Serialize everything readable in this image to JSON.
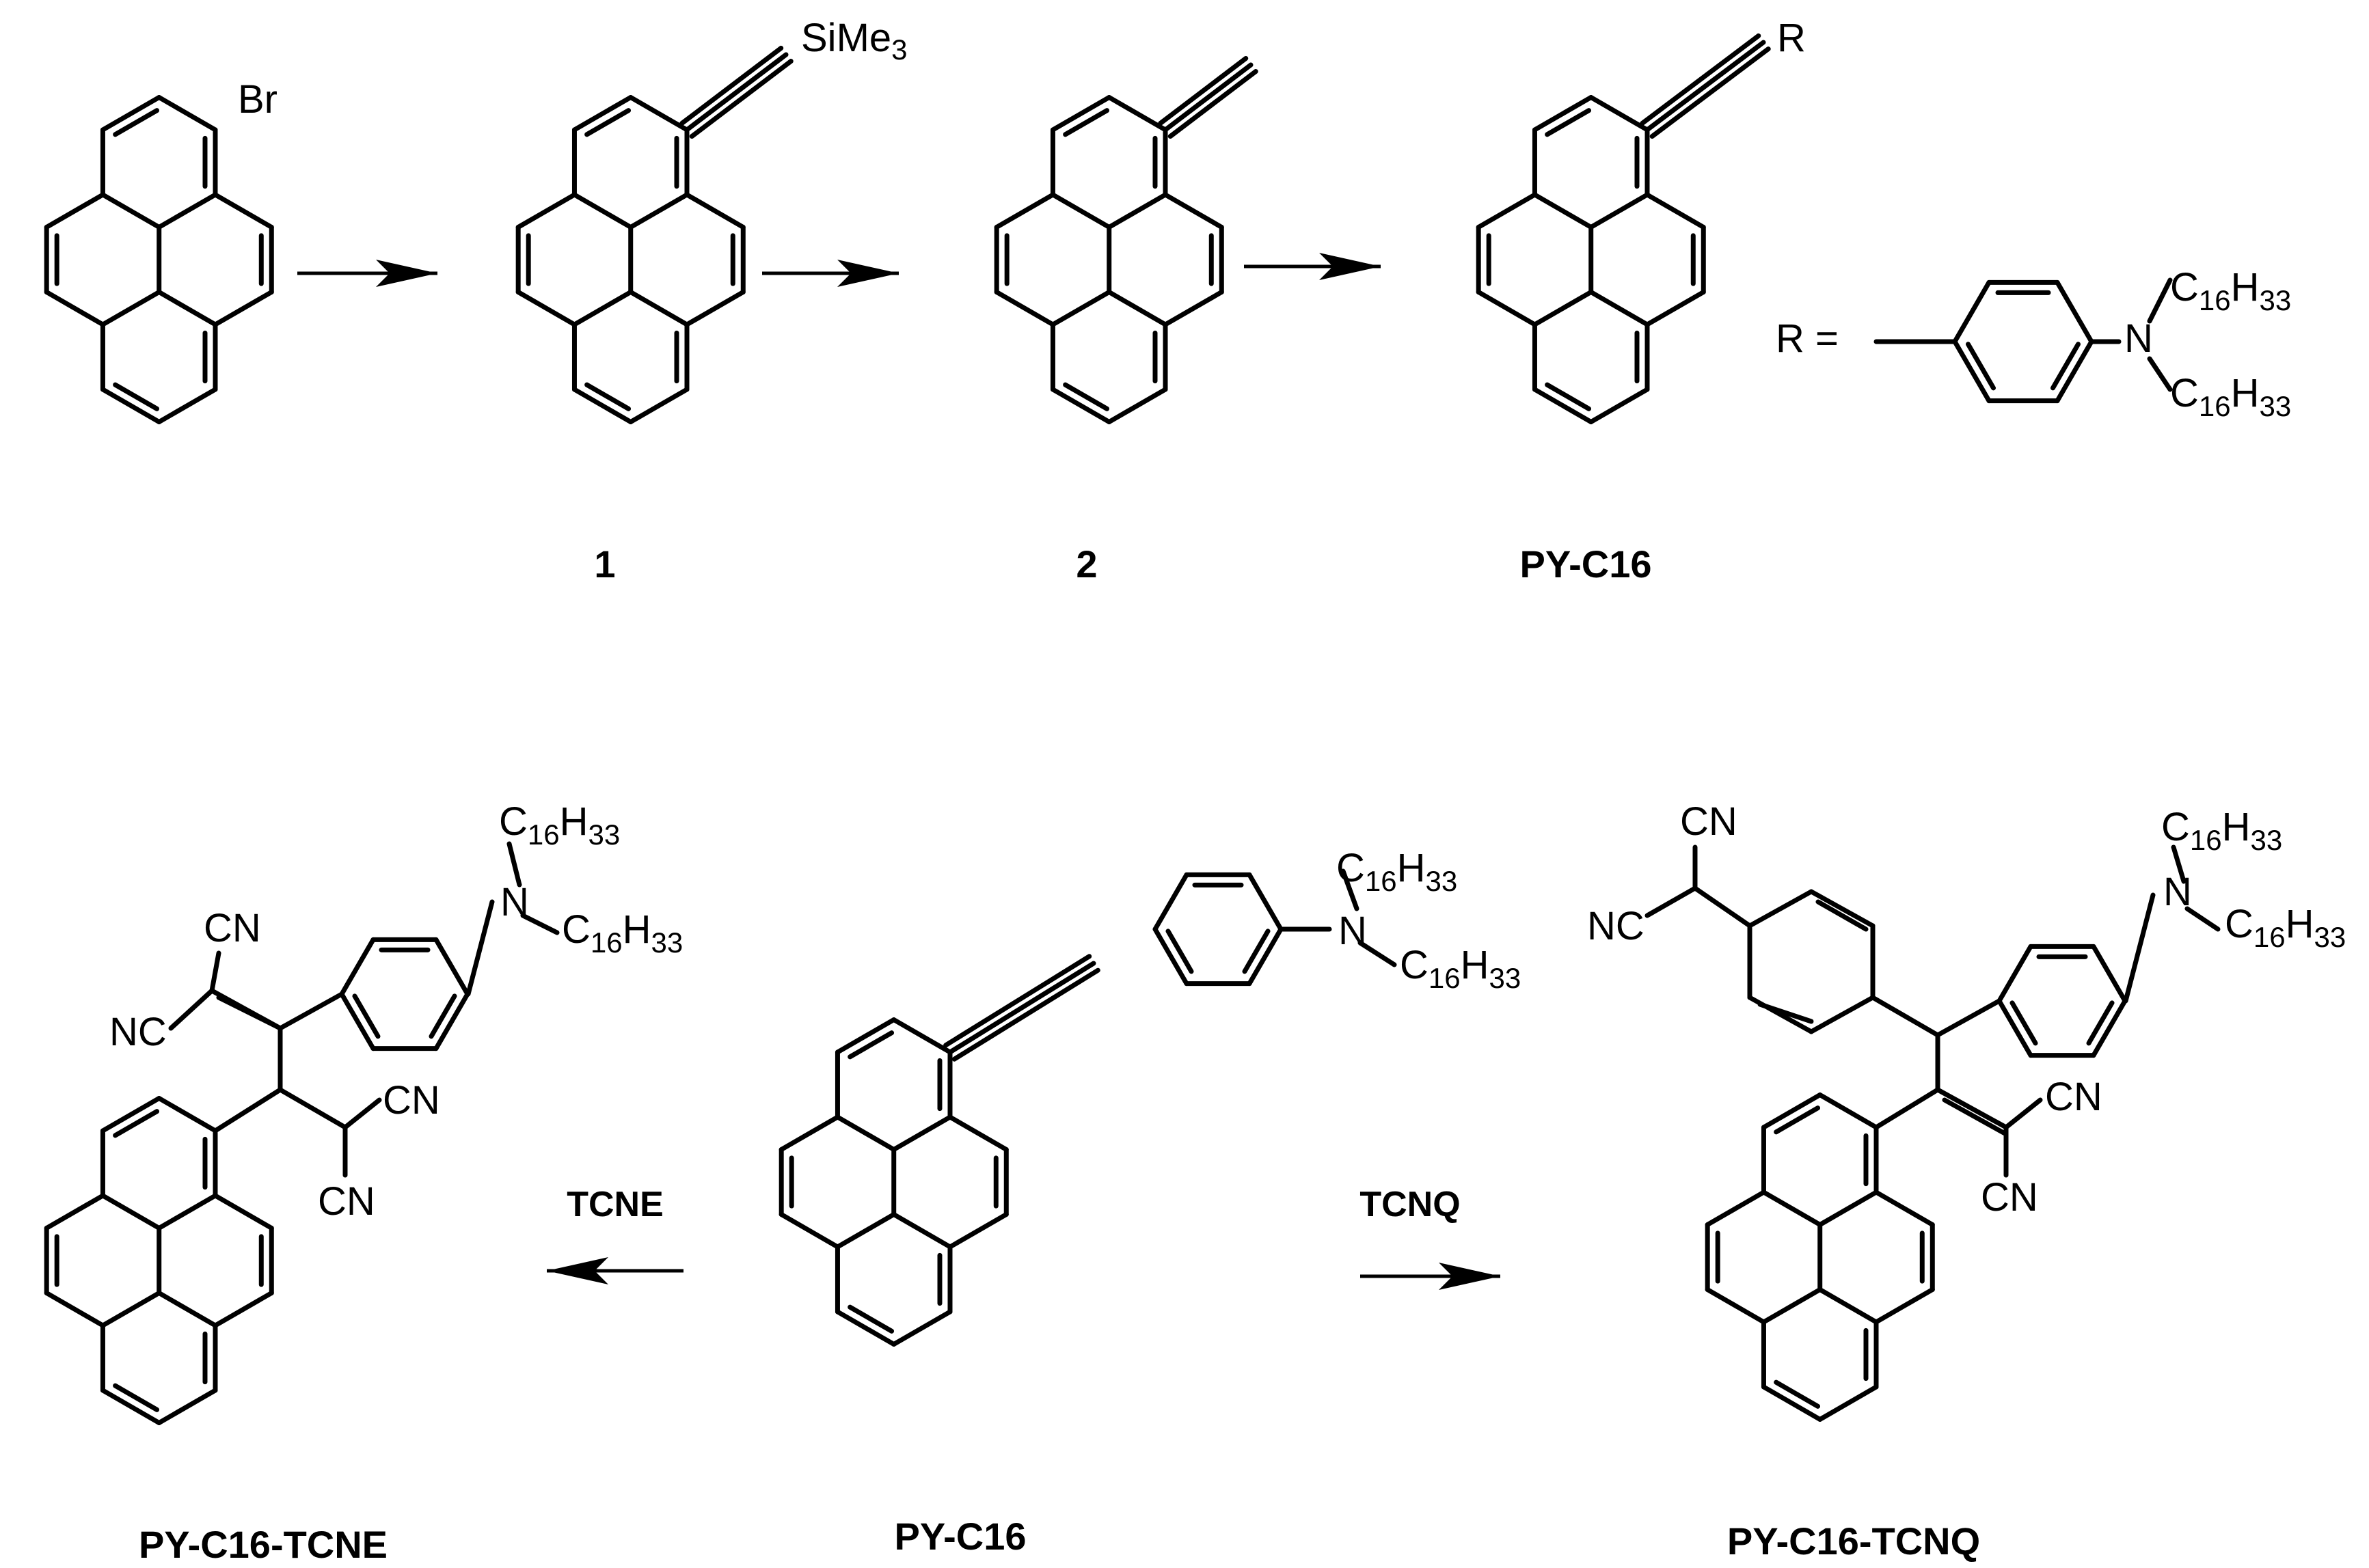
{
  "scheme": {
    "top_row": {
      "start_label": "Br",
      "compound_1": {
        "label": "1",
        "group": "SiMe",
        "group_sub": "3"
      },
      "compound_2": {
        "label": "2"
      },
      "product": {
        "label": "PY-C16",
        "r_label": "R"
      },
      "r_definition": {
        "prefix": "R =",
        "n_label": "N",
        "c": "C",
        "c_sub": "16",
        "h": "H",
        "h_sub": "33"
      }
    },
    "bottom_row": {
      "center": {
        "label": "PY-C16"
      },
      "left": {
        "label": "PY-C16-TCNE",
        "reagent": "TCNE"
      },
      "right": {
        "label": "PY-C16-TCNQ",
        "reagent": "TCNQ"
      },
      "cn": "CN",
      "nc": "NC",
      "n_label": "N",
      "c": "C",
      "c_sub": "16",
      "h": "H",
      "h_sub": "33"
    }
  }
}
